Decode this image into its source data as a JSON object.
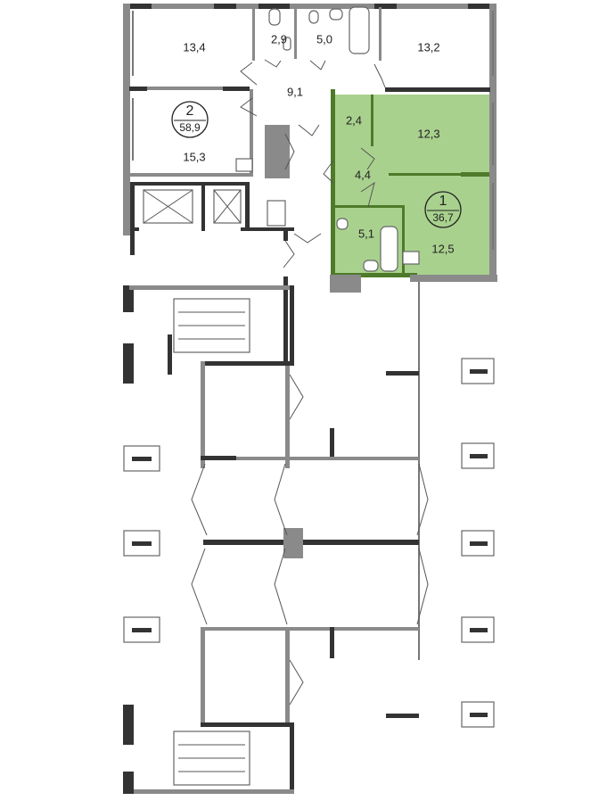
{
  "apartments": [
    {
      "number": "2",
      "area": "58,9",
      "highlighted": false
    },
    {
      "number": "1",
      "area": "36,7",
      "highlighted": true
    }
  ],
  "rooms": {
    "apt2_room_a": "13,4",
    "apt2_wc": "2,9",
    "apt2_bath": "5,0",
    "apt2_room_b": "13,2",
    "apt2_hall": "9,1",
    "apt2_kitchen": "15,3",
    "apt1_closet": "2,4",
    "apt1_room": "12,3",
    "apt1_hall": "4,4",
    "apt1_bath": "5,1",
    "apt1_kitchen": "12,5"
  },
  "colors": {
    "highlight": "#a9d18e",
    "highlight_wall": "#4e7a2a",
    "wall": "#333333"
  }
}
